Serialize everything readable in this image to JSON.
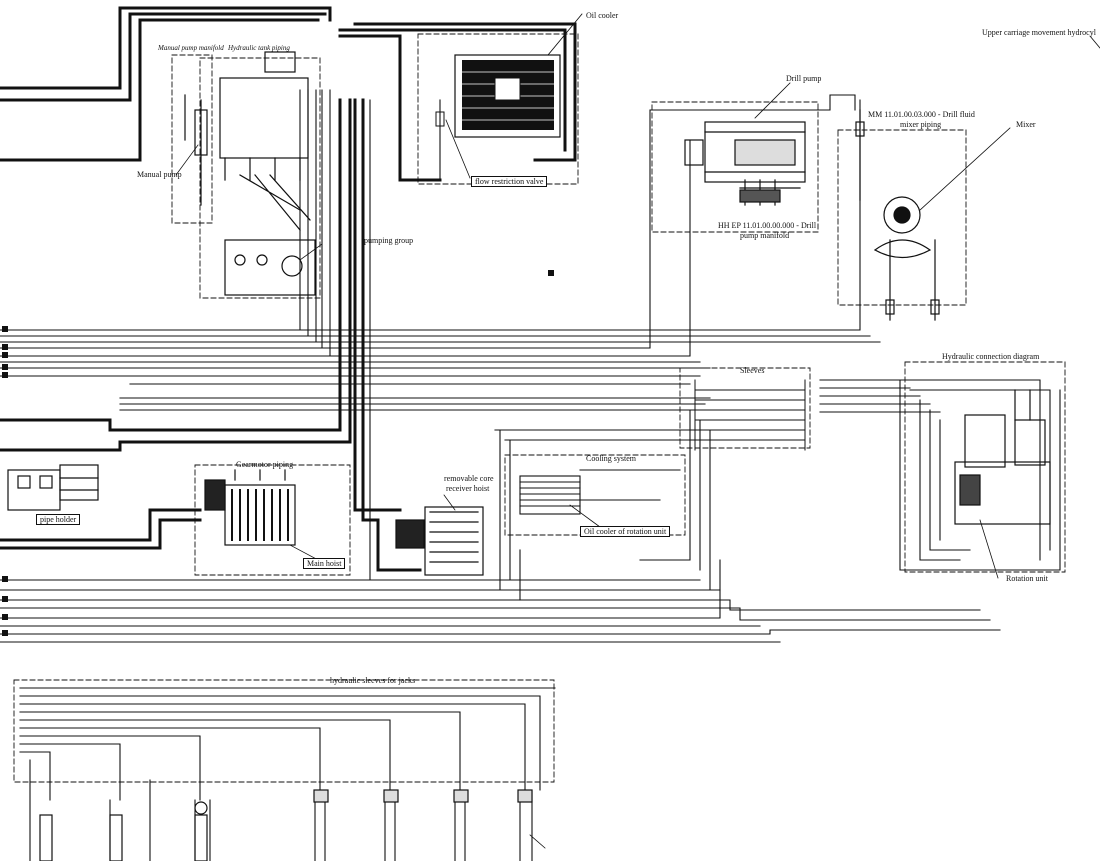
{
  "diagram": {
    "labels": {
      "upper_carriage": "Upper carriage movement hydrocyl",
      "oil_cooler": "Oil cooler",
      "flow_restriction_valve": "flow restriction valve",
      "manual_pump_manifold": "Manual pump manifold",
      "hydraulic_tank_piping": "Hydraulic tank piping",
      "manual_pump": "Manual pump",
      "pumping_group": "pumping group",
      "drill_pump": "Drill pump",
      "drill_fluid_mixer_code": "MM 11.01.00.03.000 - Drill fluid",
      "drill_fluid_mixer_name": "mixer piping",
      "mixer": "Mixer",
      "drill_pump_manifold_code": "HH EP 11.01.00.00.000 - Drill",
      "drill_pump_manifold_name": "pump manifold",
      "hydraulic_connection_diagram": "Hydraulic connection diagram",
      "sleeves": "Sleeves",
      "cooling_system": "Cooling system",
      "oil_cooler_rotation": "Oil cooler of rotation unit",
      "rotation_unit": "Rotation unit",
      "gearmotor_piping": "Gearmotor piping",
      "main_hoist": "Main hoist",
      "removable_core_hoist_1": "removable core",
      "removable_core_hoist_2": "receiver hoist",
      "pipe_holder": "pipe holder",
      "jack_sleeves": "hydraulic sleeves for jacks"
    }
  }
}
